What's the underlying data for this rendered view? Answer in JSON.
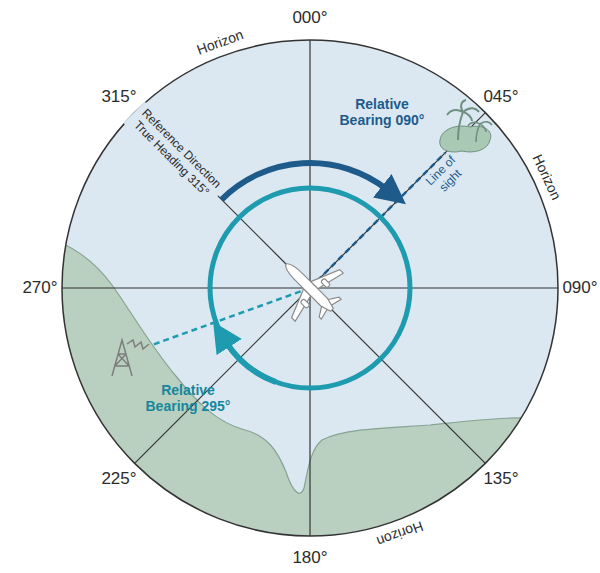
{
  "diagram": {
    "labels": [
      "000°",
      "045°",
      "090°",
      "135°",
      "180°",
      "225°",
      "270°",
      "315°",
      "Horizon",
      "Horizon",
      "Horizon",
      "Reference Direction True Heading 315°",
      "Relative Bearing 090°",
      "Line of sight",
      "Relative Bearing 295°"
    ]
  }
}
